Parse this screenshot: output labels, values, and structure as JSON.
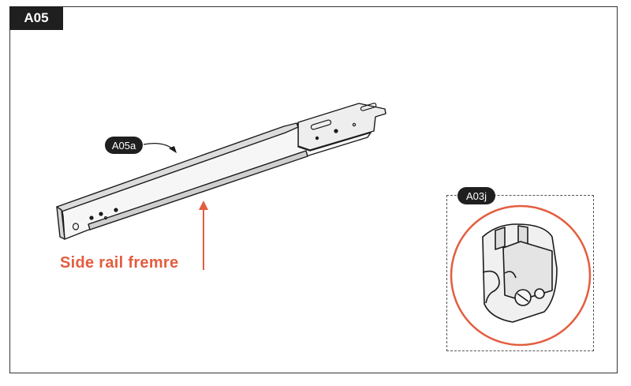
{
  "step": {
    "code": "A05"
  },
  "parts": {
    "rail_label": "A05a",
    "clip_label": "A03j"
  },
  "caption": {
    "text": "Side rail fremre",
    "color": "#e35d3f"
  },
  "colors": {
    "frame": "#333333",
    "accent": "#e35d3f",
    "label_bg": "#1f1f1f"
  }
}
